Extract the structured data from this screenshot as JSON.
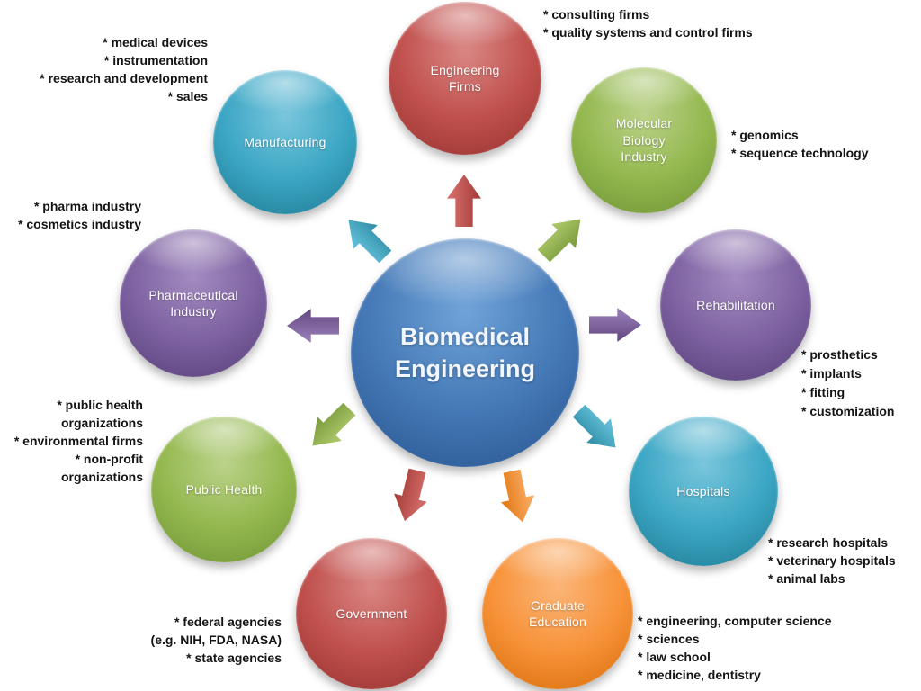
{
  "diagram": {
    "center": {
      "label_lines": [
        "Biomedical",
        "Engineering"
      ],
      "color": "#4478B6"
    },
    "nodes": [
      {
        "name": "engineering-firms",
        "label_lines": [
          "Engineering",
          "Firms"
        ],
        "color": "#C0504D",
        "bullets": [
          "* consulting firms",
          "* quality systems and control firms"
        ]
      },
      {
        "name": "molecular-biology-industry",
        "label_lines": [
          "Molecular",
          "Biology",
          "Industry"
        ],
        "color": "#94B84F",
        "bullets": [
          "* genomics",
          "* sequence technology"
        ]
      },
      {
        "name": "rehabilitation",
        "label_lines": [
          "Rehabilitation"
        ],
        "color": "#7D61A1",
        "bullets": [
          "* prosthetics",
          "* implants",
          "* fitting",
          "* customization"
        ]
      },
      {
        "name": "hospitals",
        "label_lines": [
          "Hospitals"
        ],
        "color": "#3BA6C4",
        "bullets": [
          "* research hospitals",
          "* veterinary hospitals",
          "* animal labs"
        ]
      },
      {
        "name": "graduate-education",
        "label_lines": [
          "Graduate",
          "Education"
        ],
        "color": "#F79239",
        "bullets": [
          "* engineering, computer science",
          "* sciences",
          "* law school",
          "* medicine, dentistry"
        ]
      },
      {
        "name": "government",
        "label_lines": [
          "Government"
        ],
        "color": "#C0504D",
        "bullets": [
          "* federal agencies",
          "(e.g. NIH, FDA, NASA)",
          "* state agencies"
        ]
      },
      {
        "name": "public-health",
        "label_lines": [
          "Public Health"
        ],
        "color": "#94B84F",
        "bullets": [
          "* public health",
          "organizations",
          "* environmental firms",
          "* non-profit",
          "organizations"
        ]
      },
      {
        "name": "pharmaceutical-industry",
        "label_lines": [
          "Pharmaceutical",
          "Industry"
        ],
        "color": "#7D61A1",
        "bullets": [
          "* pharma industry",
          "* cosmetics industry"
        ]
      },
      {
        "name": "manufacturing",
        "label_lines": [
          "Manufacturing"
        ],
        "color": "#3BA6C4",
        "bullets": [
          "* medical devices",
          "* instrumentation",
          "* research and development",
          "* sales"
        ]
      }
    ]
  }
}
